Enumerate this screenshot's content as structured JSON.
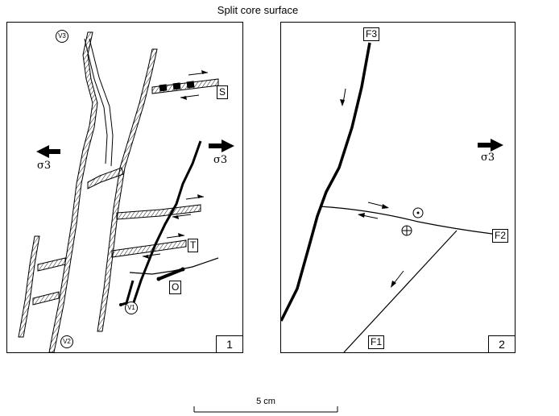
{
  "title": "Split core surface",
  "panel1": {
    "number": "1",
    "labels": {
      "v3": "V3",
      "v2": "V2",
      "v1": "V1",
      "s": "S",
      "t": "T",
      "o": "O",
      "sigma3_left": "σ3",
      "sigma3_right": "σ3"
    }
  },
  "panel2": {
    "number": "2",
    "labels": {
      "f1": "F1",
      "f2": "F2",
      "f3": "F3",
      "sigma3": "σ3"
    }
  },
  "scale_bar": {
    "label": "5 cm"
  }
}
